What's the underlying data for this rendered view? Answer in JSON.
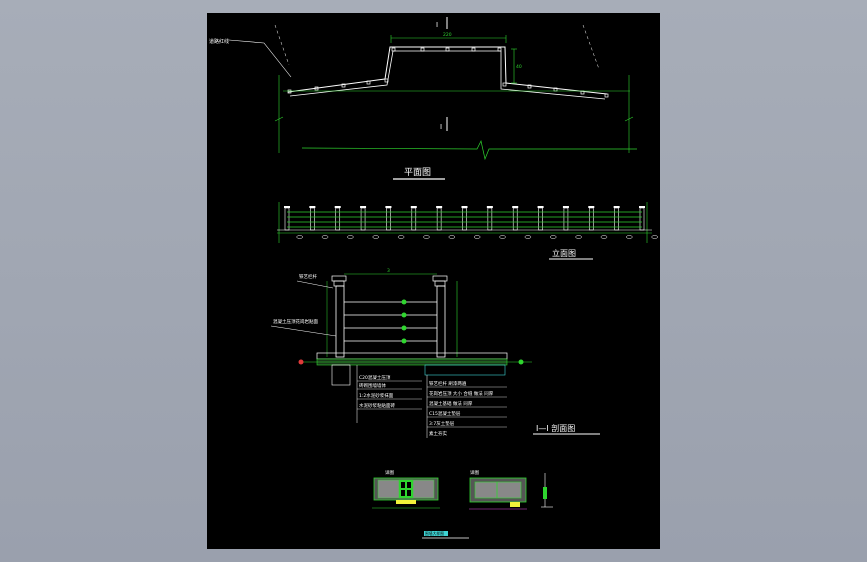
{
  "drawing": {
    "plan": {
      "title": "平面图",
      "label_left": "道路红线",
      "section_mark": "I",
      "dim_top": "220",
      "dim_right": "40"
    },
    "elevation": {
      "title": "立面图"
    },
    "section": {
      "title": "I—I 剖面图",
      "dim_top": "3",
      "labels_left": [
        "铁艺栏杆",
        "混凝土压顶花岗岩贴面"
      ],
      "notes_left": [
        "C20混凝土压顶",
        "砖砌围墙墙体",
        "1:2水泥砂浆抹面",
        "水泥砂浆粘贴面砖"
      ],
      "notes_right": [
        "铁艺栏杆 刷漆两遍",
        "花岗岩压顶 大小 合缝 做法 同厚",
        "混凝土基础 做法 同厚",
        "C15混凝土垫层",
        "3:7灰土垫层",
        "素土夯实"
      ]
    },
    "details": {
      "label_1": "详图",
      "label_2": "详图",
      "caption": "围墙大样图"
    }
  },
  "colors": {
    "background": "#000000",
    "green": "#2fd62f",
    "white": "#ffffff",
    "yellow": "#f2f23a",
    "cyan": "#3fd4d4",
    "magenta": "#e04fe0",
    "red": "#e03a3a"
  }
}
